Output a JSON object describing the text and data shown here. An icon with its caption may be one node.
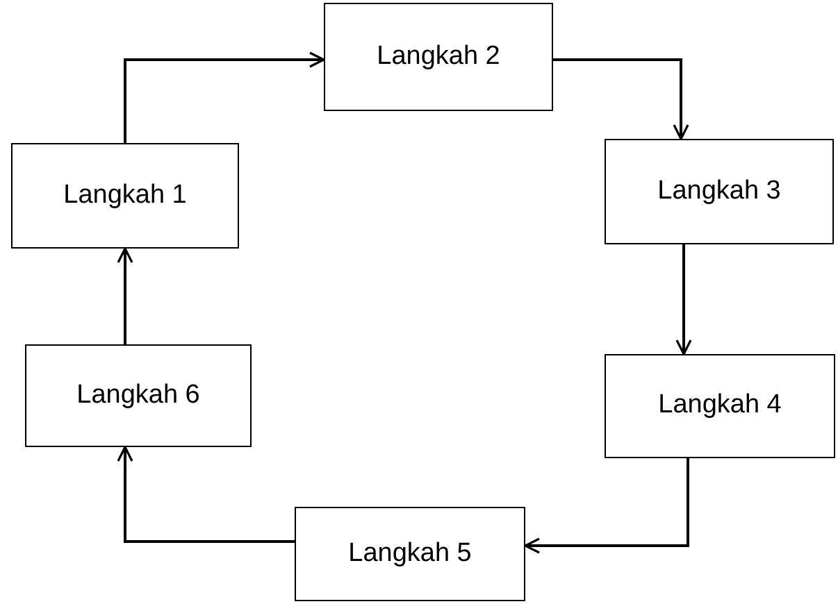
{
  "diagram": {
    "nodes": [
      {
        "text": [
          "Langkah 1"
        ]
      },
      {
        "text": [
          "Langkah 2"
        ]
      },
      {
        "text": [
          "Langkah 3"
        ]
      },
      {
        "text": [
          "Langkah 4"
        ]
      },
      {
        "text": [
          "Langkah 5"
        ]
      },
      {
        "text": [
          "Langkah 6"
        ]
      }
    ],
    "edges": [
      {
        "from": 0,
        "to": 1,
        "arrow": "to"
      },
      {
        "from": 1,
        "to": 2,
        "arrow": "to"
      },
      {
        "from": 2,
        "to": 3,
        "arrow": "to"
      },
      {
        "from": 3,
        "to": 4,
        "arrow": "to"
      },
      {
        "from": 4,
        "to": 5,
        "arrow": "to"
      },
      {
        "from": 5,
        "to": 0,
        "arrow": "to"
      }
    ]
  }
}
